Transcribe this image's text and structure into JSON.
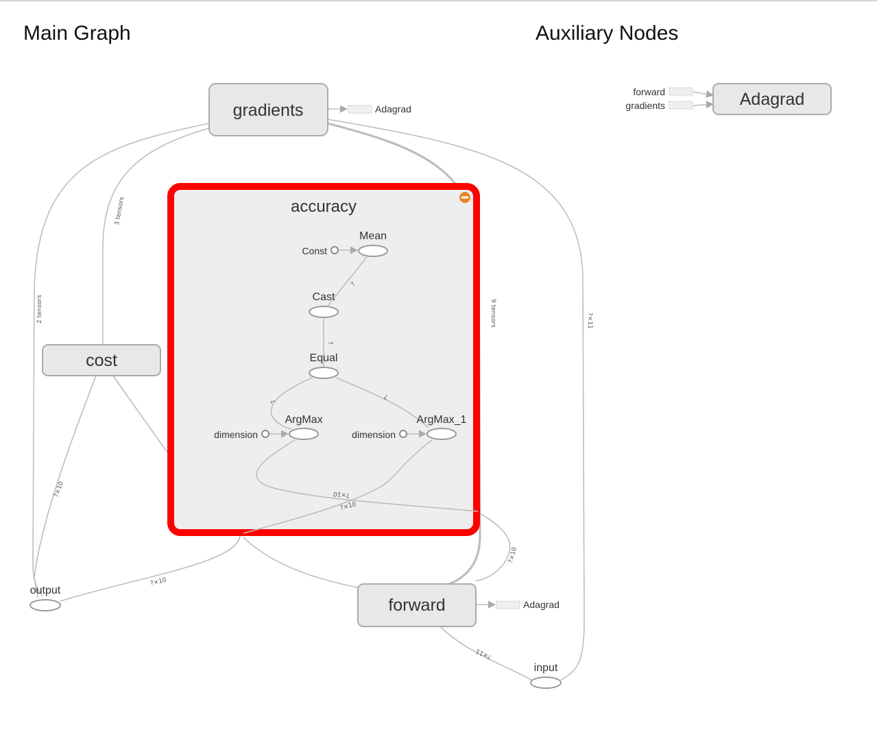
{
  "sections": {
    "main_title": "Main Graph",
    "aux_title": "Auxiliary Nodes"
  },
  "nodes": {
    "gradients": "gradients",
    "cost": "cost",
    "forward": "forward",
    "accuracy": "accuracy",
    "adagrad_aux": "Adagrad",
    "output": "output",
    "input": "input",
    "mean": "Mean",
    "cast": "Cast",
    "equal": "Equal",
    "argmax": "ArgMax",
    "argmax_1": "ArgMax_1",
    "const": "Const",
    "dimension_left": "dimension",
    "dimension_right": "dimension"
  },
  "stubs": {
    "gradients_adagrad": "Adagrad",
    "forward_adagrad": "Adagrad",
    "aux_forward": "forward",
    "aux_gradients": "gradients"
  },
  "edge_labels": {
    "two_tensors": "2 tensors",
    "three_tensors": "3 tensors",
    "nine_tensors": "9 tensors",
    "q_x11_right": "?×11",
    "q_x10_cost_output": "?×10",
    "q_mean_cast": "?",
    "q_cast_equal": "?",
    "q_equal_argmax": "?",
    "q_equal_argmax1": "?",
    "q_x10_argmax": "?×10",
    "q_x10_argmax1": "?×10",
    "q_x10_output": "?×10",
    "q_x10_forward": "?×10",
    "q_x11_input": "?×11"
  },
  "colors": {
    "selection_border": "#ff0000",
    "meta_fill": "#e8e8e8",
    "edge": "#bdbdbd",
    "collapse_button": "#e8832a"
  },
  "icons": {
    "collapse": "minus-circle-icon"
  }
}
